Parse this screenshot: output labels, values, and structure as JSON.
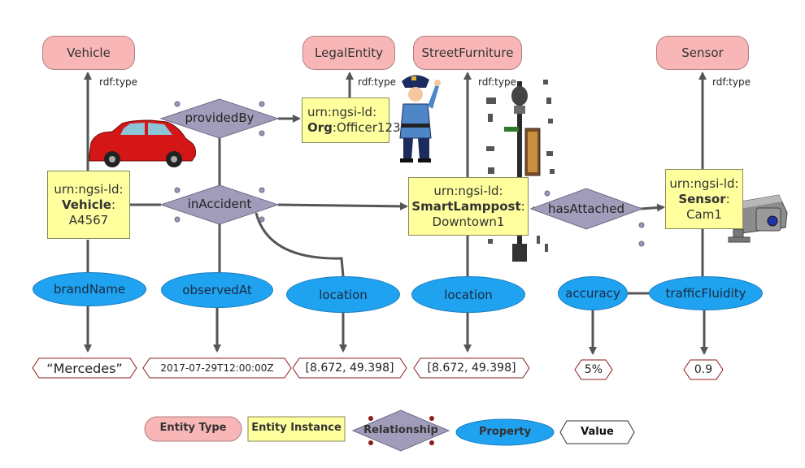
{
  "entity_types": {
    "vehicle": "Vehicle",
    "legal_entity": "LegalEntity",
    "street_furniture": "StreetFurniture",
    "sensor": "Sensor"
  },
  "rdf_type": "rdf:type",
  "instances": {
    "vehicle": {
      "prefix": "urn:ngsi-ld:",
      "type": "Vehicle",
      "id": "A4567"
    },
    "officer": {
      "prefix": "urn:ngsi-ld:",
      "type": "Org",
      "id": "Officer123"
    },
    "lamppost": {
      "prefix": "urn:ngsi-ld:",
      "type": "SmartLamppost",
      "id": "Downtown1"
    },
    "sensor": {
      "prefix": "urn:ngsi-ld:",
      "type": "Sensor",
      "id": "Cam1"
    }
  },
  "relationships": {
    "provided_by": "providedBy",
    "in_accident": "inAccident",
    "has_attached": "hasAttached"
  },
  "properties": {
    "brand_name": "brandName",
    "observed_at": "observedAt",
    "location_1": "location",
    "location_2": "location",
    "accuracy": "accuracy",
    "traffic_fluidity": "trafficFluidity"
  },
  "values": {
    "brand": "“Mercedes”",
    "observed": "2017-07-29T12:00:00Z",
    "location_1": "[8.672, 49.398]",
    "location_2": "[8.672, 49.398]",
    "accuracy": "5%",
    "fluidity": "0.9"
  },
  "legend": {
    "entity_type": "Entity Type",
    "entity_instance": "Entity Instance",
    "relationship": "Relationship",
    "property": "Property",
    "value": "Value"
  }
}
